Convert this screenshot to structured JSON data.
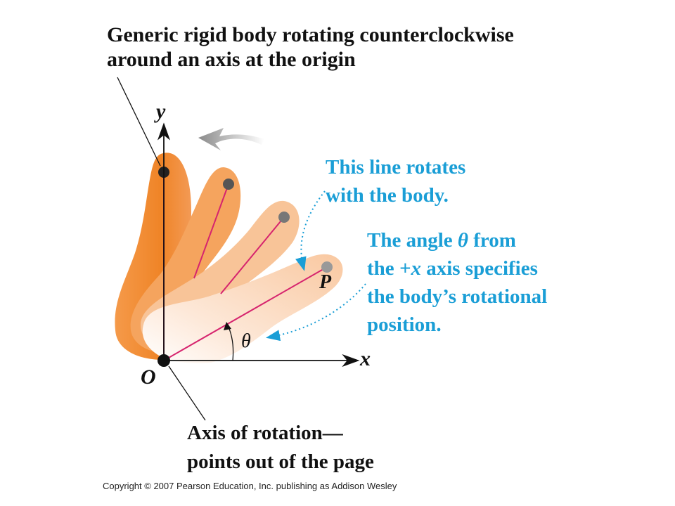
{
  "title": {
    "line1": "Generic rigid body rotating counterclockwise",
    "line2": "around an axis at the origin"
  },
  "axes": {
    "x_label": "x",
    "y_label": "y",
    "origin_label": "O",
    "point_label": "P",
    "angle_label": "θ"
  },
  "annotations": {
    "rotating_line": {
      "line1": "This line rotates",
      "line2": "with the body."
    },
    "angle": {
      "line1_pre": "The angle ",
      "symbol": "θ",
      "line1_post": " from",
      "line2_pre": "the ",
      "line2_axis": "+x",
      "line2_post": " axis specifies",
      "line3": "the body’s rotational",
      "line4": "position."
    }
  },
  "bottom_caption": {
    "line1": "Axis of rotation—",
    "line2": "points out of the page"
  },
  "copyright": "Copyright © 2007 Pearson Education, Inc. publishing as Addison Wesley",
  "colors": {
    "body_dark": "#f08a2e",
    "body_mid": "#f5a45e",
    "body_light": "#f8c498",
    "body_pale": "#fbe2cc",
    "rotating_line": "#d6246e",
    "annotation_text": "#1a9ed6",
    "motion_arrow": "#9a9a9a"
  }
}
